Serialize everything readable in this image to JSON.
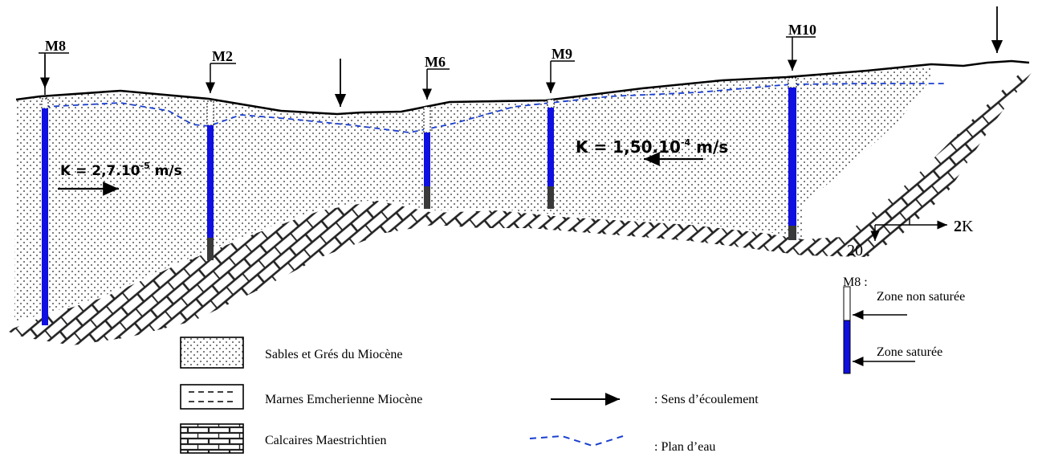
{
  "wells": [
    {
      "id": "M8"
    },
    {
      "id": "M2"
    },
    {
      "id": "M6"
    },
    {
      "id": "M9"
    },
    {
      "id": "M10"
    }
  ],
  "permeability": {
    "left": {
      "base": "K = 2,7.10",
      "exp": "-5",
      "unit": " m/s"
    },
    "right": {
      "base": "K = 1,50.10",
      "exp": "-4",
      "unit": " m/s"
    }
  },
  "scale": {
    "vertical": "20",
    "horizontal_bold": "2",
    "horizontal_unit": "K"
  },
  "well_legend": {
    "well": "M8 :",
    "unsaturated": "Zone non saturée",
    "saturated": "Zone saturée"
  },
  "legend": {
    "sands": "Sables et Grés du Miocène",
    "marls": "Marnes Emcherienne Miocène",
    "limestone": "Calcaires Maestrichtien",
    "flow": ": Sens d’écoulement",
    "water": ":  Plan d’eau"
  },
  "colors": {
    "saturated": "#1010e0",
    "water_table": "#1a3fd0",
    "casing": "#3a3a3a"
  }
}
